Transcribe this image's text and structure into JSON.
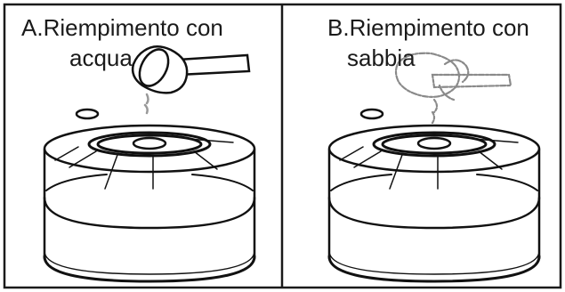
{
  "panel_a": {
    "title_line1": "A.Riempimento con",
    "title_line2": "acqua",
    "tool_icon": "ladle-icon"
  },
  "panel_b": {
    "title_line1": "B.Riempimento con",
    "title_line2": "sabbia",
    "tool_icon": "sand-scoop-icon"
  },
  "colors": {
    "line": "#111111",
    "border": "#1a1a1a",
    "water_drops": "#999999",
    "sand": "#8a8a8a"
  }
}
